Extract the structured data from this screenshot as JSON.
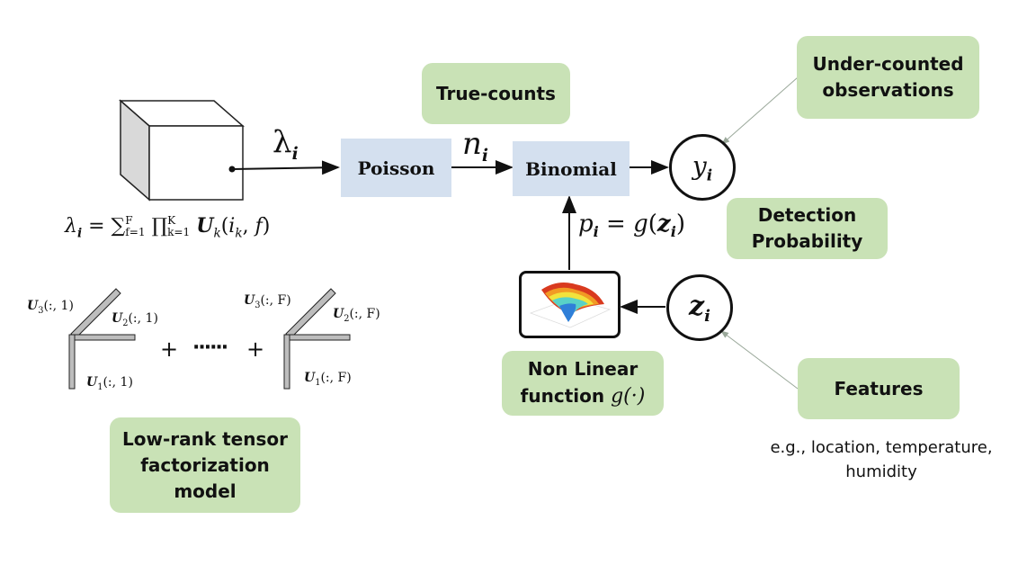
{
  "labels": {
    "true_counts": "True-counts",
    "under_counted_1": "Under-counted",
    "under_counted_2": "observations",
    "detection_1": "Detection",
    "detection_2": "Probability",
    "nonlinear_1": "Non Linear",
    "nonlinear_2": "function",
    "features": "Features",
    "features_note_1": "e.g., location, temperature,",
    "features_note_2": "humidity",
    "lowrank_1": "Low-rank tensor",
    "lowrank_2": "factorization",
    "lowrank_3": "model",
    "poisson": "Poisson",
    "binomial": "Binomial",
    "plus_1": "+",
    "dots": "······",
    "plus_2": "+"
  },
  "math": {
    "lambda_i": "λ",
    "n_i": "n",
    "y_i": "y",
    "z_i": "z",
    "sub_i": "i",
    "p_eq": "p",
    "g_fn": "g",
    "g_dot": "g(·)",
    "lambda_formula": "λ",
    "sum_upper": "F",
    "sum_lower": "f=1",
    "prod_upper": "K",
    "prod_lower": "k=1",
    "U": "U",
    "u_left_top_sub": "3",
    "u_left_top_arg": "(:, 1)",
    "u_left_mid_sub": "2",
    "u_left_mid_arg": "(:, 1)",
    "u_left_bot_sub": "1",
    "u_left_bot_arg": "(:, 1)",
    "u_right_top_sub": "3",
    "u_right_top_arg": "(:, F)",
    "u_right_mid_sub": "2",
    "u_right_mid_arg": "(:, F)",
    "u_right_bot_sub": "1",
    "u_right_bot_arg": "(:, F)"
  },
  "colors": {
    "green_box": "#c9e2b6",
    "blue_box": "#d4e0ef",
    "arrow": "#111111",
    "pointer": "#9aa89a"
  }
}
